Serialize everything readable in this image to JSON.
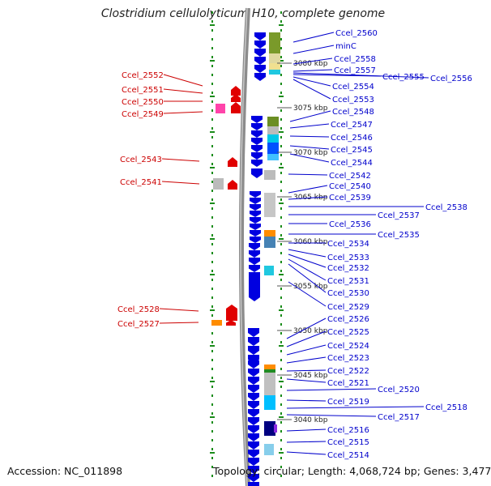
{
  "title": "Clostridium cellulolyticum H10, complete genome",
  "accession_text": "Accession: NC_011898",
  "topology_text": "Topology: circular; Length: 4,068,724 bp; Genes: 3,477",
  "colors": {
    "forward": "#e00000",
    "reverse": "#0000e0",
    "label_forward": "#cc0000",
    "label_reverse": "#0000cc",
    "backbone": "#8c8c8c",
    "dots": "#1a8c1a"
  },
  "kbp_marks": [
    "3080 kbp",
    "3075 kbp",
    "3070 kbp",
    "3065 kbp",
    "3060 kbp",
    "3055 kbp",
    "3050 kbp",
    "3045 kbp",
    "3040 kbp"
  ],
  "forward_labels": [
    "Ccel_2552",
    "Ccel_2551",
    "Ccel_2550",
    "Ccel_2549",
    "Ccel_2543",
    "Ccel_2541",
    "Ccel_2528",
    "Ccel_2527"
  ],
  "reverse_labels": [
    "Ccel_2560",
    "minC",
    "Ccel_2558",
    "Ccel_2557",
    "Ccel_2555",
    "Ccel_2556",
    "Ccel_2554",
    "Ccel_2553",
    "Ccel_2548",
    "Ccel_2547",
    "Ccel_2546",
    "Ccel_2545",
    "Ccel_2544",
    "Ccel_2542",
    "Ccel_2540",
    "Ccel_2539",
    "Ccel_2538",
    "Ccel_2537",
    "Ccel_2536",
    "Ccel_2535",
    "Ccel_2534",
    "Ccel_2533",
    "Ccel_2532",
    "Ccel_2531",
    "Ccel_2530",
    "Ccel_2529",
    "Ccel_2526",
    "Ccel_2525",
    "Ccel_2524",
    "Ccel_2523",
    "Ccel_2522",
    "Ccel_2521",
    "Ccel_2520",
    "Ccel_2519",
    "Ccel_2518",
    "Ccel_2517",
    "Ccel_2516",
    "Ccel_2515",
    "Ccel_2514"
  ]
}
